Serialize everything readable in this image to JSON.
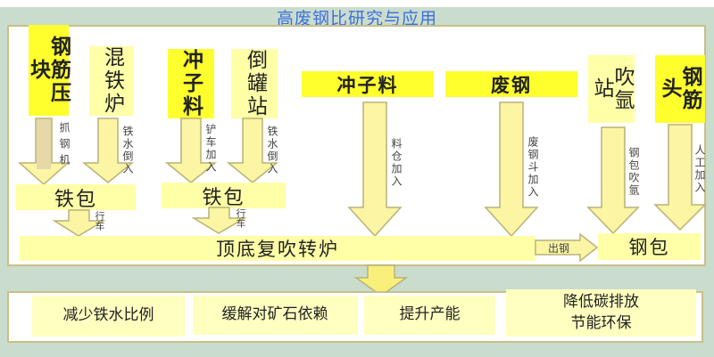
{
  "title": "高废钢比研究与应用",
  "sources": {
    "rebar_block": "钢筋压块",
    "mixer": "混铁炉",
    "punch_left": "冲子料",
    "pour_station": "倒罐站",
    "punch_right": "冲子料",
    "scrap": "废钢",
    "argon_station": "吹氩站",
    "rebar_head": "钢筋头"
  },
  "arrows": {
    "grab_crane": "抓钢机",
    "hot_metal_1": "铁水倒入",
    "loader": "铲车加入",
    "hot_metal_2": "铁水倒入",
    "bin": "料仓加入",
    "scrap_bucket": "废钢斗加入",
    "ladle_argon": "钢包吹氩",
    "manual": "人工加入",
    "crane_1": "行车",
    "crane_2": "行车",
    "tapping": "出钢"
  },
  "ladle_left": "铁包",
  "ladle_mid": "铁包",
  "converter": "顶底复吹转炉",
  "steel_ladle": "钢包",
  "outcomes": [
    {
      "text": "减少铁水比例"
    },
    {
      "text": "缓解对矿石依赖"
    },
    {
      "text": "提升产能"
    },
    {
      "line1": "降低碳排放",
      "line2": "节能环保"
    }
  ],
  "colors": {
    "title": "#3b6fe0",
    "bright": "#ffff2e",
    "pale": "#ffffa8",
    "arrow_fill": "#fbf5a4",
    "arrow_stroke": "#b9b276"
  }
}
